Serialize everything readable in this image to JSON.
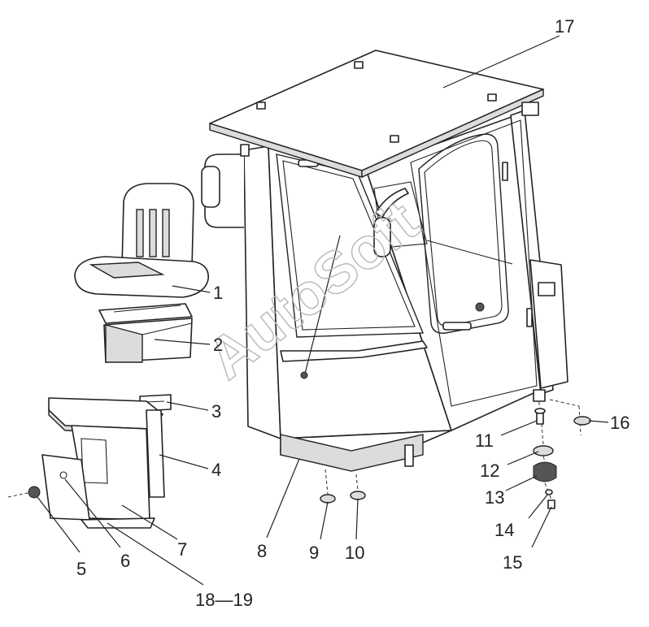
{
  "watermark": "AutoSoft",
  "callouts": [
    {
      "id": "1",
      "label": "1"
    },
    {
      "id": "2",
      "label": "2"
    },
    {
      "id": "3",
      "label": "3"
    },
    {
      "id": "4",
      "label": "4"
    },
    {
      "id": "5",
      "label": "5"
    },
    {
      "id": "6",
      "label": "6"
    },
    {
      "id": "7",
      "label": "7"
    },
    {
      "id": "8",
      "label": "8"
    },
    {
      "id": "9",
      "label": "9"
    },
    {
      "id": "10",
      "label": "10"
    },
    {
      "id": "11",
      "label": "11"
    },
    {
      "id": "12",
      "label": "12"
    },
    {
      "id": "13",
      "label": "13"
    },
    {
      "id": "14",
      "label": "14"
    },
    {
      "id": "15",
      "label": "15"
    },
    {
      "id": "16",
      "label": "16"
    },
    {
      "id": "17",
      "label": "17"
    },
    {
      "id": "18-19",
      "label": "18—19"
    }
  ]
}
